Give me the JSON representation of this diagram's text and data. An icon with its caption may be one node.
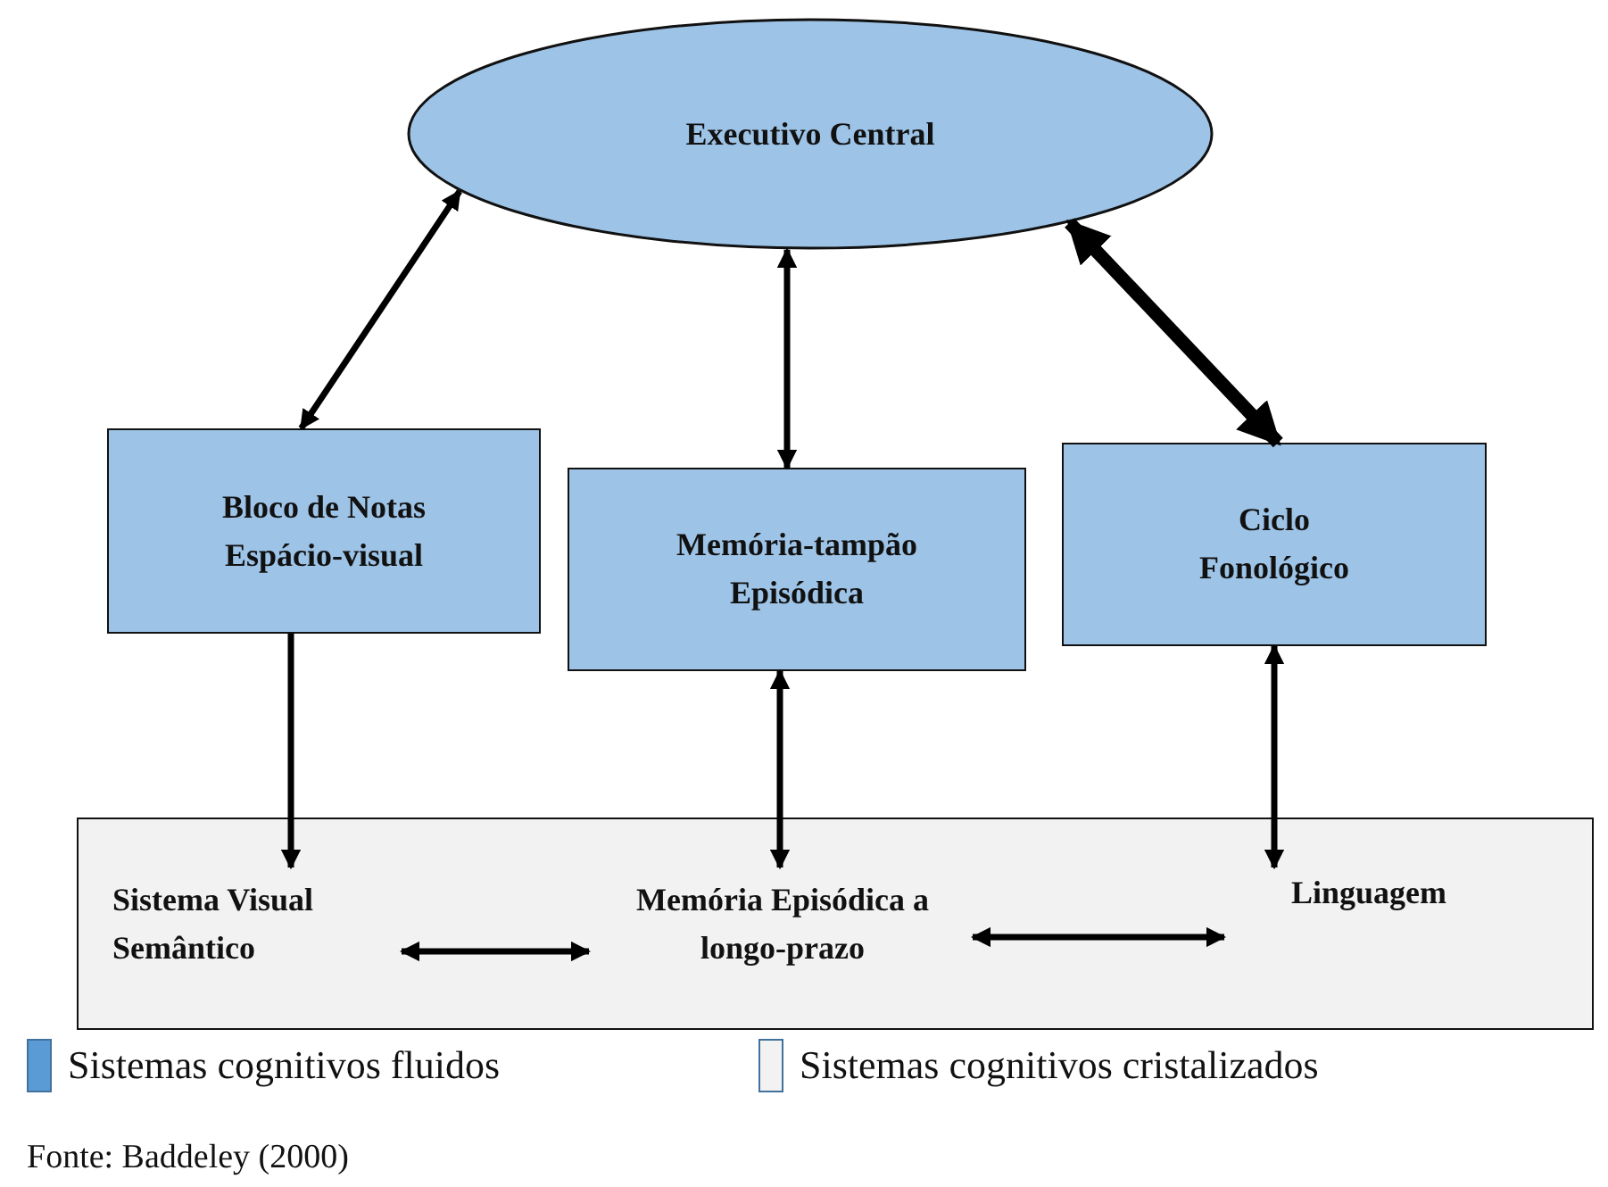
{
  "diagram": {
    "caption": "Fonte: Baddeley (2000)",
    "nodes": [
      {
        "text": [
          "Executivo Central"
        ]
      },
      {
        "text": [
          "Bloco de Notas Espácio-visual"
        ]
      },
      {
        "text": [
          "Memória-tampão Episódica"
        ]
      },
      {
        "text": [
          "Ciclo Fonológico"
        ]
      },
      {
        "text": [],
        "shape": "box"
      },
      {
        "text": [
          "Sistema Visual Semântico"
        ],
        "in": 4
      },
      {
        "text": [
          "Memória Episódica a longo-prazo"
        ],
        "in": 4
      },
      {
        "text": [
          "Linguagem"
        ],
        "in": 4
      }
    ],
    "edges": [
      {
        "from": 0,
        "to": 1,
        "arrow": "both"
      },
      {
        "from": 0,
        "to": 2,
        "arrow": "both"
      },
      {
        "from": 0,
        "to": 3,
        "arrow": "both",
        "style": "thick"
      },
      {
        "from": 1,
        "to": 5,
        "arrow": "to"
      },
      {
        "from": 2,
        "to": 6,
        "arrow": "both"
      },
      {
        "from": 3,
        "to": 7,
        "arrow": "both"
      },
      {
        "from": 5,
        "to": 6,
        "arrow": "both"
      },
      {
        "from": 6,
        "to": 7,
        "arrow": "both"
      }
    ],
    "legend": [
      {
        "text": "Sistemas cognitivos fluidos",
        "color": "#5b9bd5"
      },
      {
        "text": "Sistemas cognitivos cristalizados",
        "color": "#f2f2f2"
      }
    ]
  }
}
